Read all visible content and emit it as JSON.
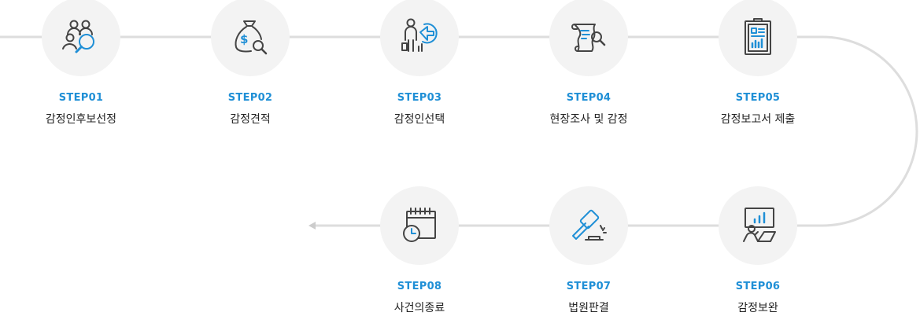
{
  "colors": {
    "accent": "#1f8fd6",
    "icon": "#444444",
    "circle": "#f3f3f3",
    "line": "#dddddd",
    "text": "#222222"
  },
  "steps": [
    {
      "step": "STEP01",
      "name": "감정인후보선정",
      "icon": "people-search-icon"
    },
    {
      "step": "STEP02",
      "name": "감정견적",
      "icon": "money-bag-search-icon"
    },
    {
      "step": "STEP03",
      "name": "감정인선택",
      "icon": "person-select-arrow-icon"
    },
    {
      "step": "STEP04",
      "name": "현장조사 및 감정",
      "icon": "scroll-search-icon"
    },
    {
      "step": "STEP05",
      "name": "감정보고서 제출",
      "icon": "clipboard-report-icon"
    },
    {
      "step": "STEP06",
      "name": "감정보완",
      "icon": "presenter-chart-icon"
    },
    {
      "step": "STEP07",
      "name": "법원판결",
      "icon": "gavel-icon"
    },
    {
      "step": "STEP08",
      "name": "사건의종료",
      "icon": "calendar-clock-icon"
    }
  ]
}
